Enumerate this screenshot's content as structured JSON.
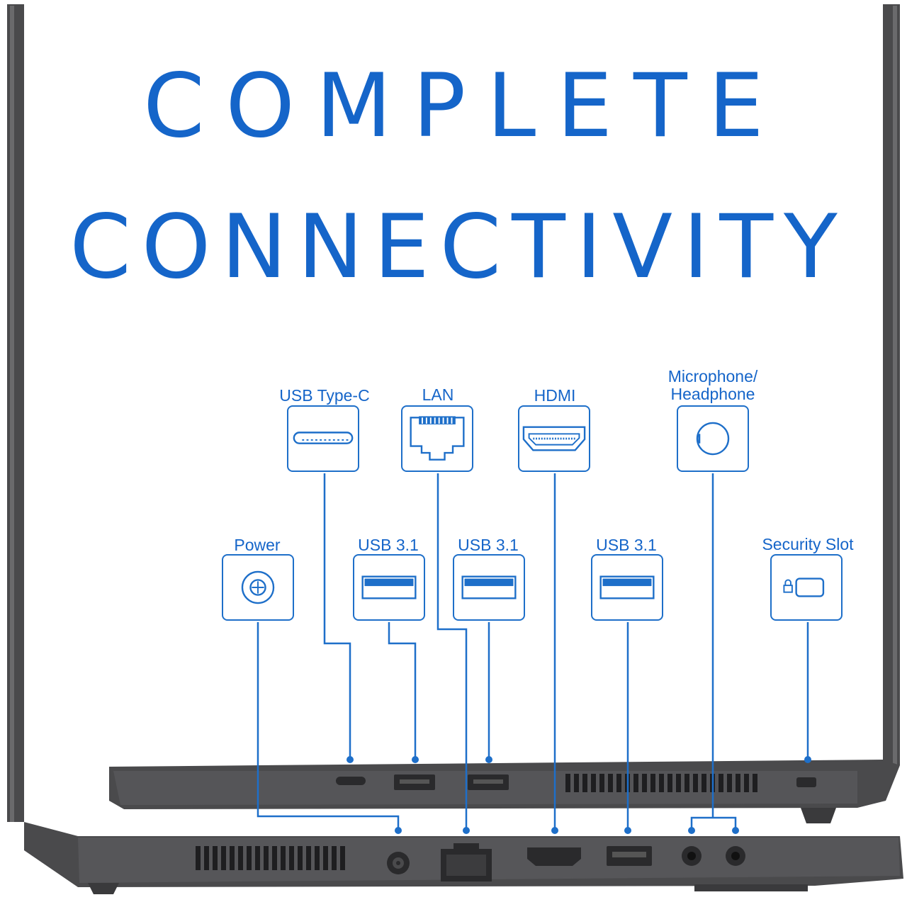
{
  "headline": {
    "line1": "COMPLETE",
    "line2": "CONNECTIVITY"
  },
  "colors": {
    "accent": "#1565c9",
    "laptop_body": "#4a4a4c",
    "laptop_dark": "#2a2a2c"
  },
  "ports_top_row": [
    {
      "id": "usb-type-c",
      "label": "USB Type-C",
      "icon": "usb-c-icon"
    },
    {
      "id": "lan",
      "label": "LAN",
      "icon": "ethernet-icon"
    },
    {
      "id": "hdmi",
      "label": "HDMI",
      "icon": "hdmi-icon"
    },
    {
      "id": "audio",
      "label": "Microphone/\nHeadphone",
      "icon": "audio-jack-icon"
    }
  ],
  "ports_bottom_row": [
    {
      "id": "power",
      "label": "Power",
      "icon": "power-jack-icon"
    },
    {
      "id": "usb31-a",
      "label": "USB 3.1",
      "icon": "usb-a-icon"
    },
    {
      "id": "usb31-b",
      "label": "USB 3.1",
      "icon": "usb-a-icon"
    },
    {
      "id": "usb31-c",
      "label": "USB 3.1",
      "icon": "usb-a-icon"
    },
    {
      "id": "security",
      "label": "Security Slot",
      "icon": "lock-slot-icon"
    }
  ]
}
